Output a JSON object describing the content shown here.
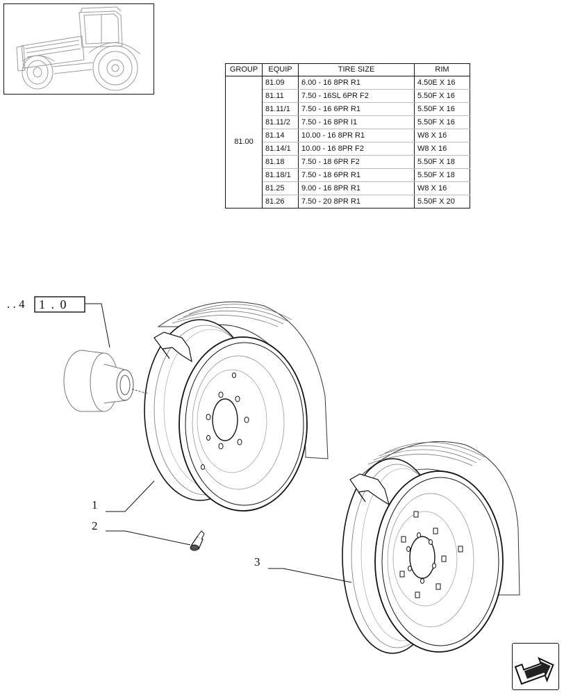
{
  "table": {
    "headers": [
      "GROUP",
      "EQUIP",
      "TIRE SIZE",
      "RIM"
    ],
    "group": "81.00",
    "rows": [
      {
        "equip": "81.09",
        "tire": "6.00 - 16 8PR R1",
        "rim": "4.50E X 16"
      },
      {
        "equip": "81.11",
        "tire": "7.50 - 16SL 6PR F2",
        "rim": "5.50F X 16"
      },
      {
        "equip": "81.11/1",
        "tire": "7.50 - 16 6PR R1",
        "rim": "5.50F X 16"
      },
      {
        "equip": "81.11/2",
        "tire": "7.50 - 16 8PR I1",
        "rim": "5.50F X 16"
      },
      {
        "equip": "81.14",
        "tire": "10.00 - 16 8PR R1",
        "rim": "W8 X 16"
      },
      {
        "equip": "81.14/1",
        "tire": "10.00 - 16 8PR F2",
        "rim": "W8 X 16"
      },
      {
        "equip": "81.18",
        "tire": "7.50 - 18 6PR F2",
        "rim": "5.50F X 18"
      },
      {
        "equip": "81.18/1",
        "tire": "7.50 - 18 6PR R1",
        "rim": "5.50F X 18"
      },
      {
        "equip": "81.25",
        "tire": "9.00 - 16 8PR R1",
        "rim": "W8 X 16"
      },
      {
        "equip": "81.26",
        "tire": "7.50 - 20 8PR R1",
        "rim": "5.50F X 20"
      }
    ]
  },
  "callouts": {
    "ref_prefix": ". . 4",
    "ref_box": "1 . 0",
    "item1": "1",
    "item2": "2",
    "item3": "3"
  },
  "icons": {
    "thumbnail": "tractor-thumbnail-icon",
    "nav": "next-page-arrow-icon"
  }
}
